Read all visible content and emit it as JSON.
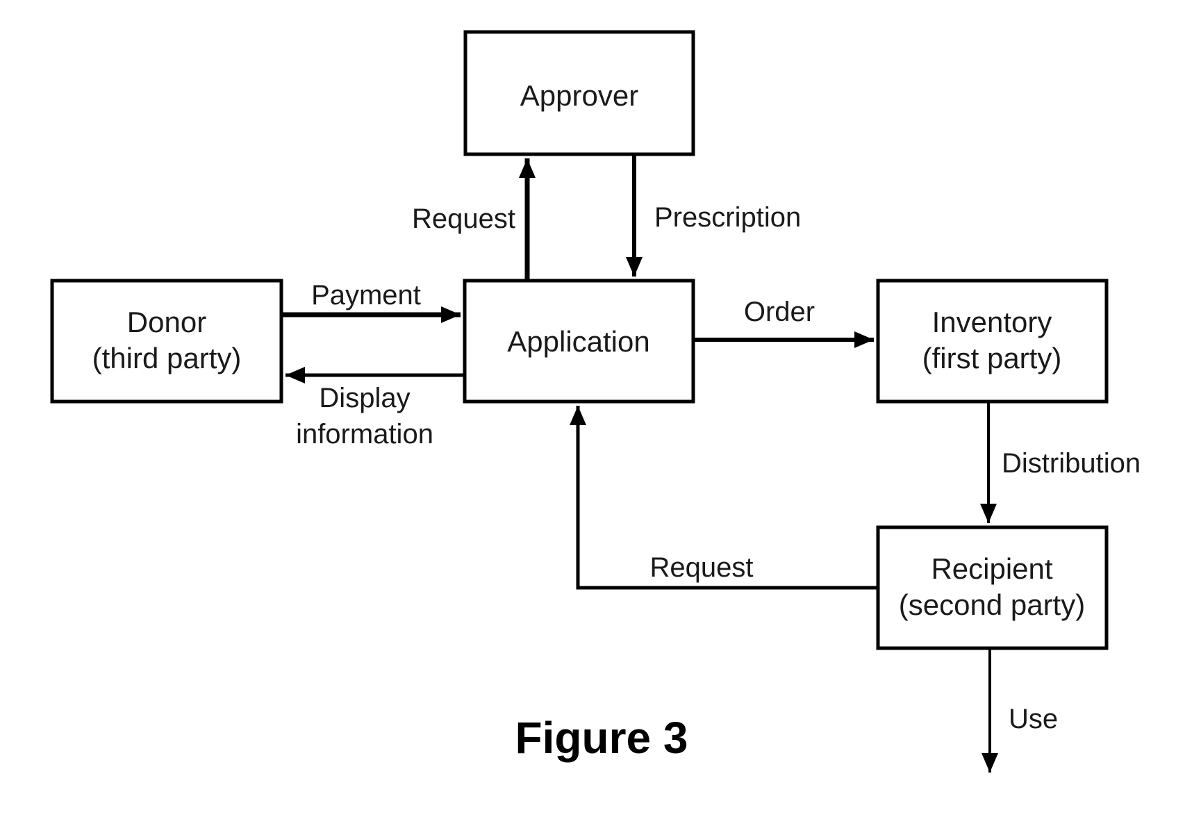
{
  "figure": {
    "caption": "Figure 3"
  },
  "nodes": {
    "approver": {
      "label": "Approver"
    },
    "donor": {
      "label": "Donor",
      "sublabel": "(third party)"
    },
    "application": {
      "label": "Application"
    },
    "inventory": {
      "label": "Inventory",
      "sublabel": "(first party)"
    },
    "recipient": {
      "label": "Recipient",
      "sublabel": "(second party)"
    }
  },
  "edges": {
    "request_to_approver": {
      "label": "Request",
      "from": "Application",
      "to": "Approver"
    },
    "prescription": {
      "label": "Prescription",
      "from": "Approver",
      "to": "Application"
    },
    "payment": {
      "label": "Payment",
      "from": "Donor",
      "to": "Application"
    },
    "display_information": {
      "label_line1": "Display",
      "label_line2": "information",
      "from": "Application",
      "to": "Donor"
    },
    "order": {
      "label": "Order",
      "from": "Application",
      "to": "Inventory"
    },
    "distribution": {
      "label": "Distribution",
      "from": "Inventory",
      "to": "Recipient"
    },
    "request_to_application": {
      "label": "Request",
      "from": "Recipient",
      "to": "Application"
    },
    "use": {
      "label": "Use",
      "from": "Recipient",
      "to": ""
    }
  },
  "colors": {
    "line": "#000000",
    "text": "#1a1a1a",
    "background": "#ffffff"
  }
}
